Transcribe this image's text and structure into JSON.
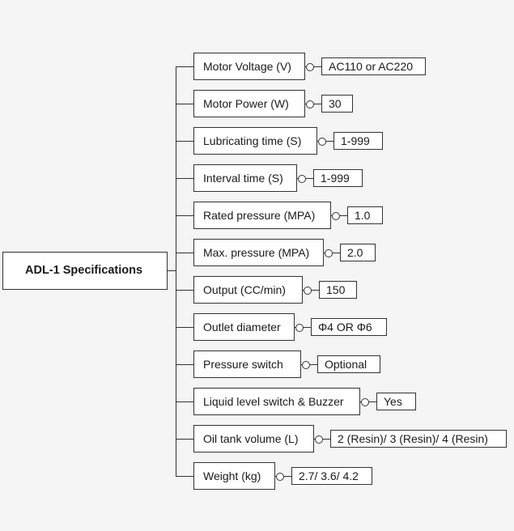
{
  "root": {
    "label": "ADL-1 Specifications"
  },
  "specs": [
    {
      "label": "Motor Voltage (V)",
      "value": "AC110 or AC220"
    },
    {
      "label": "Motor Power (W)",
      "value": "30"
    },
    {
      "label": "Lubricating time (S)",
      "value": "1-999"
    },
    {
      "label": "Interval time (S)",
      "value": "1-999"
    },
    {
      "label": "Rated pressure (MPA)",
      "value": "1.0"
    },
    {
      "label": "Max. pressure (MPA)",
      "value": "2.0"
    },
    {
      "label": "Output (CC/min)",
      "value": "150"
    },
    {
      "label": "Outlet diameter",
      "value": "Φ4 OR Φ6"
    },
    {
      "label": "Pressure switch",
      "value": "Optional"
    },
    {
      "label": "Liquid level switch & Buzzer",
      "value": "Yes"
    },
    {
      "label": "Oil tank volume (L)",
      "value": "2 (Resin)/ 3 (Resin)/ 4 (Resin)"
    },
    {
      "label": "Weight (kg)",
      "value": "2.7/ 3.6/ 4.2"
    }
  ]
}
